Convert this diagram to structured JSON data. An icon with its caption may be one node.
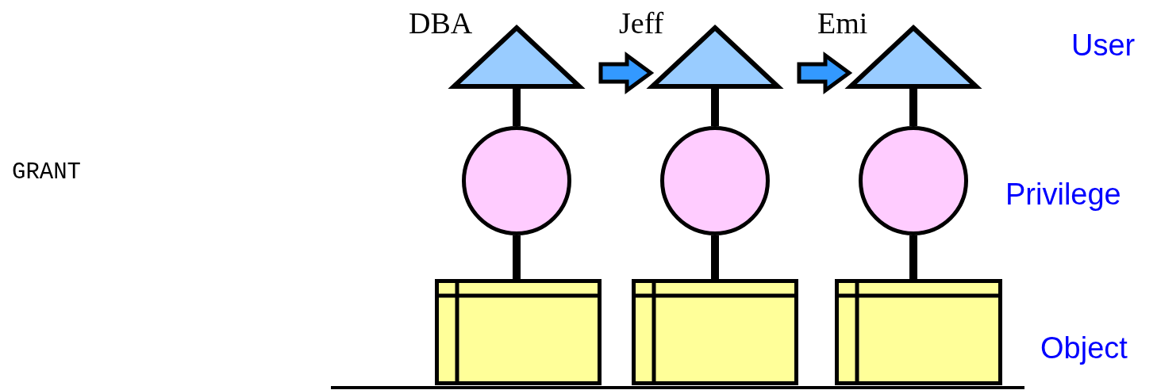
{
  "diagram": {
    "nodes": [
      {
        "text": [
          "DBA"
        ]
      },
      {
        "text": [
          "Jeff"
        ]
      },
      {
        "text": [
          "Emi"
        ]
      },
      {
        "text": [],
        "shape": "circle"
      },
      {
        "text": [],
        "shape": "circle"
      },
      {
        "text": [],
        "shape": "circle"
      },
      {
        "text": [],
        "shape": "box"
      },
      {
        "text": [],
        "shape": "box"
      },
      {
        "text": [],
        "shape": "box"
      }
    ],
    "edges": [
      {
        "from": 0,
        "to": 3,
        "arrow": "none"
      },
      {
        "from": 3,
        "to": 6,
        "arrow": "none"
      },
      {
        "from": 1,
        "to": 4,
        "arrow": "none"
      },
      {
        "from": 4,
        "to": 7,
        "arrow": "none"
      },
      {
        "from": 2,
        "to": 5,
        "arrow": "none"
      },
      {
        "from": 5,
        "to": 8,
        "arrow": "none"
      },
      {
        "from": 0,
        "to": 1,
        "arrow": "to",
        "color": "#3399ff"
      },
      {
        "from": 1,
        "to": 2,
        "arrow": "to",
        "color": "#3399ff"
      }
    ],
    "labels": [
      "User",
      "GRANT",
      "Privilege",
      "Object"
    ]
  }
}
